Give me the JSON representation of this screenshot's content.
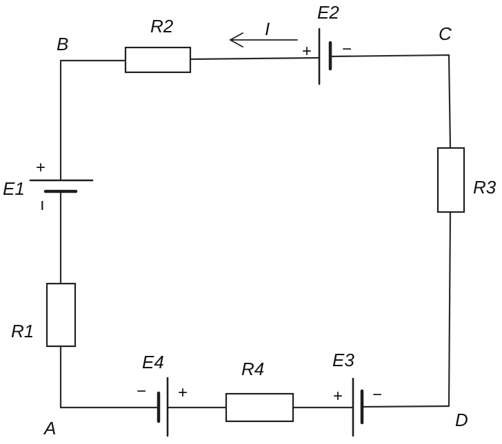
{
  "nodes": {
    "a": "A",
    "b": "B",
    "c": "C",
    "d": "D"
  },
  "resistors": {
    "r1": "R1",
    "r2": "R2",
    "r3": "R3",
    "r4": "R4"
  },
  "sources": {
    "e1": {
      "label": "E1",
      "plus": "+",
      "minus": "ı"
    },
    "e2": {
      "label": "E2",
      "plus": "+",
      "minus": "−"
    },
    "e3": {
      "label": "E3",
      "plus": "+",
      "minus": "−"
    },
    "e4": {
      "label": "E4",
      "plus": "+",
      "minus": "−"
    }
  },
  "current": {
    "label": "I"
  }
}
